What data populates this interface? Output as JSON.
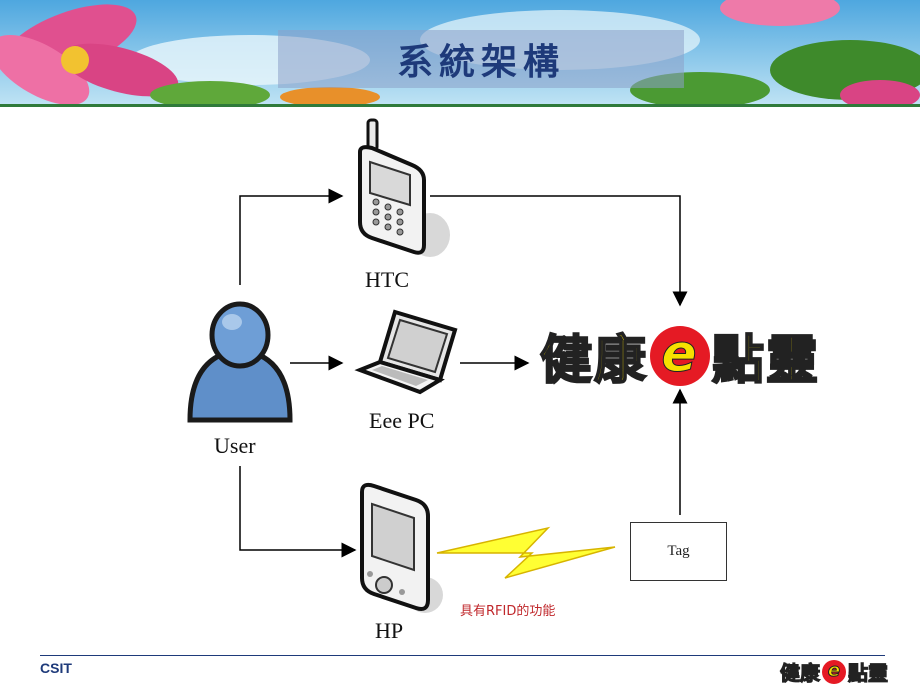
{
  "slide": {
    "title": "系統架構",
    "footer_left": "CSIT"
  },
  "nodes": {
    "user": "User",
    "htc": "HTC",
    "eeepc": "Eee PC",
    "hp": "HP",
    "tag": "Tag",
    "rfid_note": "具有RFID的功能"
  },
  "logo": {
    "part1": "健康",
    "e": "e",
    "part2": "點靈"
  },
  "colors": {
    "title_text": "#1e3a7a",
    "logo_yellow": "#f7e000",
    "logo_red": "#e51a24",
    "rfid_note": "#c0282c",
    "lightning": "#ffff33",
    "footer": "#1e3a7a"
  }
}
